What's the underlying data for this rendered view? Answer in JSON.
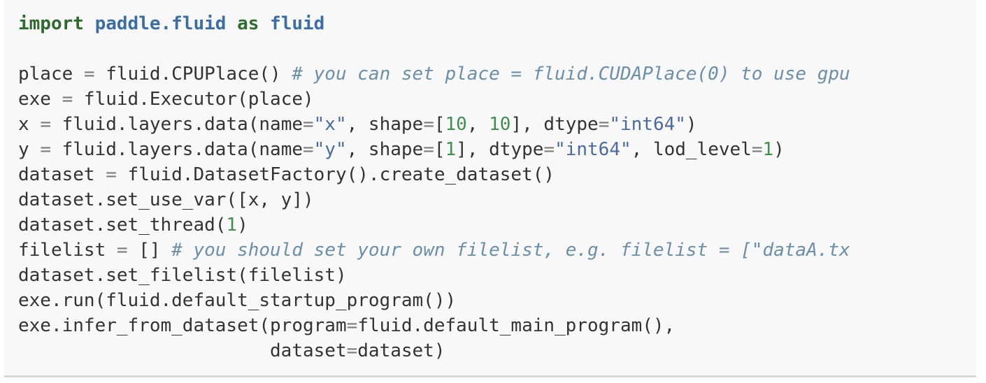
{
  "code_block": {
    "lines": [
      [
        {
          "t": "import",
          "c": "kw"
        },
        {
          "t": " ",
          "c": "nm"
        },
        {
          "t": "paddle.fluid",
          "c": "mod"
        },
        {
          "t": " ",
          "c": "nm"
        },
        {
          "t": "as",
          "c": "kw"
        },
        {
          "t": " ",
          "c": "nm"
        },
        {
          "t": "fluid",
          "c": "mod"
        }
      ],
      [],
      [
        {
          "t": "place ",
          "c": "nm"
        },
        {
          "t": "=",
          "c": "op"
        },
        {
          "t": " fluid.CPUPlace() ",
          "c": "nm"
        },
        {
          "t": "# you can set place = fluid.CUDAPlace(0) to use gpu",
          "c": "cmt"
        }
      ],
      [
        {
          "t": "exe ",
          "c": "nm"
        },
        {
          "t": "=",
          "c": "op"
        },
        {
          "t": " fluid.Executor(place)",
          "c": "nm"
        }
      ],
      [
        {
          "t": "x ",
          "c": "nm"
        },
        {
          "t": "=",
          "c": "op"
        },
        {
          "t": " fluid.layers.data(name",
          "c": "nm"
        },
        {
          "t": "=",
          "c": "op"
        },
        {
          "t": "\"x\"",
          "c": "str"
        },
        {
          "t": ", shape",
          "c": "nm"
        },
        {
          "t": "=",
          "c": "op"
        },
        {
          "t": "[",
          "c": "nm"
        },
        {
          "t": "10",
          "c": "num"
        },
        {
          "t": ", ",
          "c": "nm"
        },
        {
          "t": "10",
          "c": "num"
        },
        {
          "t": "], dtype",
          "c": "nm"
        },
        {
          "t": "=",
          "c": "op"
        },
        {
          "t": "\"int64\"",
          "c": "str"
        },
        {
          "t": ")",
          "c": "nm"
        }
      ],
      [
        {
          "t": "y ",
          "c": "nm"
        },
        {
          "t": "=",
          "c": "op"
        },
        {
          "t": " fluid.layers.data(name",
          "c": "nm"
        },
        {
          "t": "=",
          "c": "op"
        },
        {
          "t": "\"y\"",
          "c": "str"
        },
        {
          "t": ", shape",
          "c": "nm"
        },
        {
          "t": "=",
          "c": "op"
        },
        {
          "t": "[",
          "c": "nm"
        },
        {
          "t": "1",
          "c": "num"
        },
        {
          "t": "], dtype",
          "c": "nm"
        },
        {
          "t": "=",
          "c": "op"
        },
        {
          "t": "\"int64\"",
          "c": "str"
        },
        {
          "t": ", lod_level",
          "c": "nm"
        },
        {
          "t": "=",
          "c": "op"
        },
        {
          "t": "1",
          "c": "num"
        },
        {
          "t": ")",
          "c": "nm"
        }
      ],
      [
        {
          "t": "dataset ",
          "c": "nm"
        },
        {
          "t": "=",
          "c": "op"
        },
        {
          "t": " fluid.DatasetFactory().create_dataset()",
          "c": "nm"
        }
      ],
      [
        {
          "t": "dataset.set_use_var([x, y])",
          "c": "nm"
        }
      ],
      [
        {
          "t": "dataset.set_thread(",
          "c": "nm"
        },
        {
          "t": "1",
          "c": "num"
        },
        {
          "t": ")",
          "c": "nm"
        }
      ],
      [
        {
          "t": "filelist ",
          "c": "nm"
        },
        {
          "t": "=",
          "c": "op"
        },
        {
          "t": " [] ",
          "c": "nm"
        },
        {
          "t": "# you should set your own filelist, e.g. filelist = [\"dataA.tx",
          "c": "cmt"
        }
      ],
      [
        {
          "t": "dataset.set_filelist(filelist)",
          "c": "nm"
        }
      ],
      [
        {
          "t": "exe.run(fluid.default_startup_program())",
          "c": "nm"
        }
      ],
      [
        {
          "t": "exe.infer_from_dataset(program",
          "c": "nm"
        },
        {
          "t": "=",
          "c": "op"
        },
        {
          "t": "fluid.default_main_program(),",
          "c": "nm"
        }
      ],
      [
        {
          "t": "                       dataset",
          "c": "nm"
        },
        {
          "t": "=",
          "c": "op"
        },
        {
          "t": "dataset)",
          "c": "nm"
        }
      ]
    ]
  }
}
